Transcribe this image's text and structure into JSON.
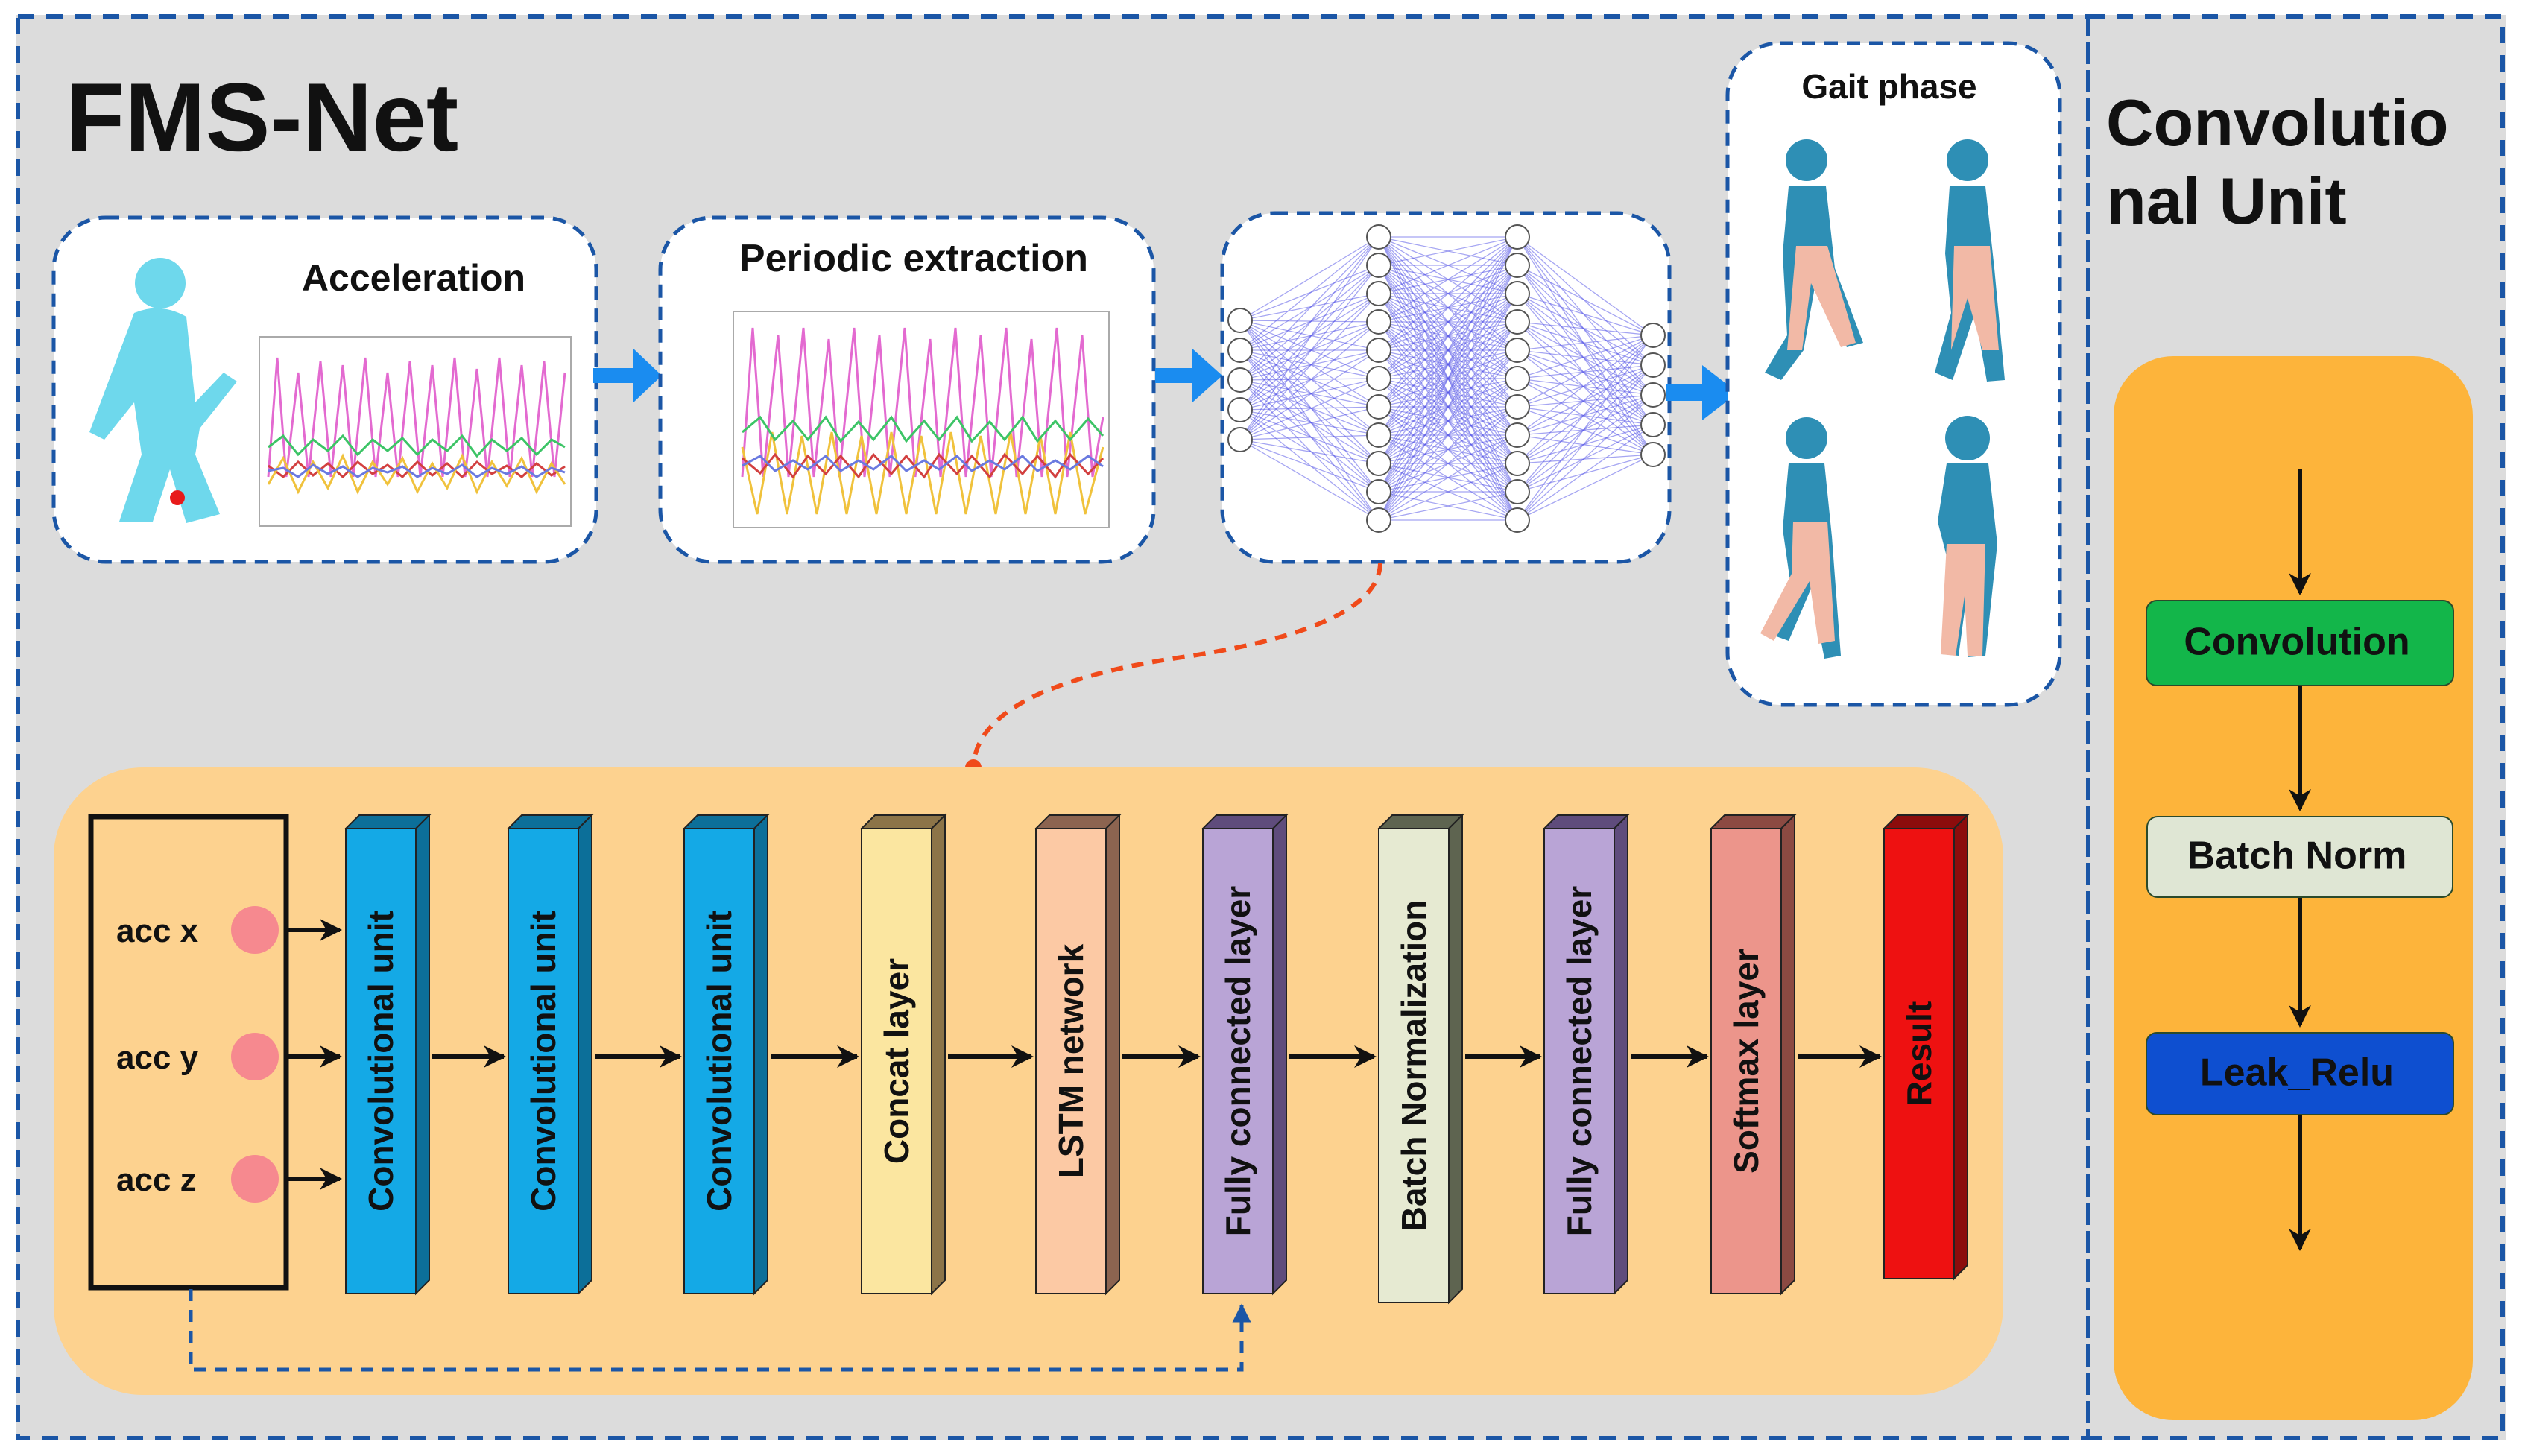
{
  "title": "FMS-Net",
  "sidebar_title_line1": "Convolutio",
  "sidebar_title_line2": "nal Unit",
  "panels": {
    "acceleration": "Acceleration",
    "periodic": "Periodic  extraction",
    "gait": "Gait phase"
  },
  "inputs": [
    "acc x",
    "acc y",
    "acc z"
  ],
  "layers": [
    {
      "label": "Convolutional unit",
      "color": "#14a9e6",
      "top": "#0c6f99"
    },
    {
      "label": "Convolutional unit",
      "color": "#14a9e6",
      "top": "#0c6f99"
    },
    {
      "label": "Convolutional unit",
      "color": "#14a9e6",
      "top": "#0c6f99"
    },
    {
      "label": "Concat layer",
      "color": "#fbe6a0",
      "top": "#8c7448"
    },
    {
      "label": "LSTM network",
      "color": "#fcc9a4",
      "top": "#8c6450"
    },
    {
      "label": "Fully connected layer",
      "color": "#b9a4d6",
      "top": "#5f4c7c"
    },
    {
      "label": "Batch Normalization",
      "color": "#e6ead2",
      "top": "#5e6450"
    },
    {
      "label": "Fully connected layer",
      "color": "#b9a4d6",
      "top": "#5f4c7c"
    },
    {
      "label": "Softmax  layer",
      "color": "#ec958b",
      "top": "#8c4a42"
    },
    {
      "label": "Result",
      "color": "#ee1111",
      "top": "#8c0c0c"
    }
  ],
  "conv_unit_steps": [
    {
      "label": "Convolution",
      "color": "#13b64a"
    },
    {
      "label": "Batch Norm",
      "color": "#dfe6d4"
    },
    {
      "label": "Leak_Relu",
      "color": "#0e4fd0"
    }
  ],
  "colors": {
    "background": "#dcdcdc",
    "dashed_border": "#1b56a6",
    "pipeline_panel": "#fdd28f",
    "conv_unit_panel": "#fdb43b",
    "flow_arrow": "#1a8cf0",
    "link_dashed": "#f04a1a"
  }
}
